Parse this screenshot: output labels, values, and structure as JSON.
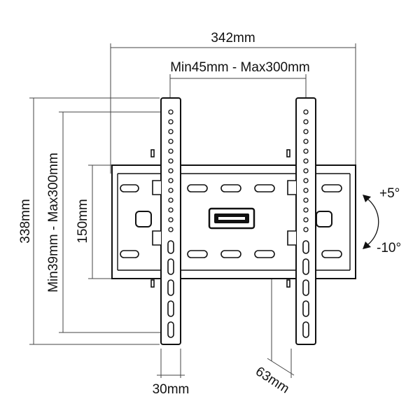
{
  "dimensions": {
    "overall_width": "342mm",
    "vesa_horizontal": "Min45mm - Max300mm",
    "overall_height": "338mm",
    "vesa_vertical": "Min39mm - Max300mm",
    "plate_height": "150mm",
    "arm_width": "30mm",
    "depth": "63mm"
  },
  "tilt": {
    "up": "+5°",
    "down": "-10°"
  }
}
